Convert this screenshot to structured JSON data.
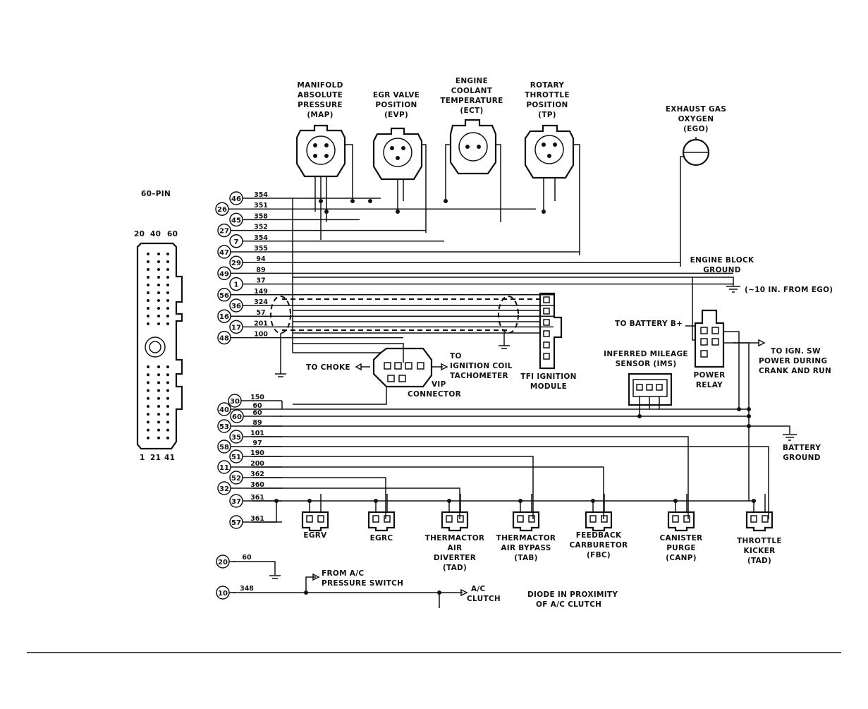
{
  "title": "",
  "connector_header": "60–PIN",
  "connector_col_top": [
    "20",
    "40",
    "60"
  ],
  "connector_col_bottom": [
    "1",
    "21",
    "41"
  ],
  "sensors": [
    {
      "id": "map",
      "lines": [
        "MANIFOLD",
        "ABSOLUTE",
        "PRESSURE",
        "(MAP)"
      ]
    },
    {
      "id": "evp",
      "lines": [
        "EGR VALVE",
        "POSITION",
        "(EVP)"
      ]
    },
    {
      "id": "ect",
      "lines": [
        "ENGINE",
        "COOLANT",
        "TEMPERATURE",
        "(ECT)"
      ]
    },
    {
      "id": "tp",
      "lines": [
        "ROTARY",
        "THROTTLE",
        "POSITION",
        "(TP)"
      ]
    },
    {
      "id": "ego",
      "lines": [
        "EXHAUST GAS",
        "OXYGEN",
        "(EGO)"
      ]
    }
  ],
  "pins_upper": [
    {
      "pin": "46",
      "wire": "354"
    },
    {
      "pin": "26",
      "wire": "351"
    },
    {
      "pin": "45",
      "wire": "358"
    },
    {
      "pin": "27",
      "wire": "352"
    },
    {
      "pin": "7",
      "wire": "354"
    },
    {
      "pin": "47",
      "wire": "355"
    },
    {
      "pin": "29",
      "wire": "94"
    },
    {
      "pin": "49",
      "wire": "89"
    },
    {
      "pin": "1",
      "wire": "37"
    },
    {
      "pin": "56",
      "wire": "149"
    },
    {
      "pin": "36",
      "wire": "324"
    },
    {
      "pin": "16",
      "wire": "57"
    },
    {
      "pin": "17",
      "wire": "201"
    },
    {
      "pin": "48",
      "wire": "100"
    }
  ],
  "pins_lower": [
    {
      "pin": "30",
      "wire": "150"
    },
    {
      "pin": "40",
      "wire": "60"
    },
    {
      "pin": "60",
      "wire": "60"
    },
    {
      "pin": "53",
      "wire": "89"
    },
    {
      "pin": "35",
      "wire": "101"
    },
    {
      "pin": "58",
      "wire": "97"
    },
    {
      "pin": "51",
      "wire": "190"
    },
    {
      "pin": "11",
      "wire": "200"
    },
    {
      "pin": "52",
      "wire": "362"
    },
    {
      "pin": "32",
      "wire": "360"
    },
    {
      "pin": "37",
      "wire": "361"
    },
    {
      "pin": "57",
      "wire": "361"
    }
  ],
  "pins_bottom": [
    {
      "pin": "20",
      "wire": "60"
    },
    {
      "pin": "10",
      "wire": "348"
    }
  ],
  "labels": {
    "engine_block_ground": [
      "ENGINE BLOCK",
      "GROUND"
    ],
    "ego_distance": "(~10 IN. FROM EGO)",
    "to_battery": "TO BATTERY B+",
    "to_ign": [
      "TO IGN. SW",
      "POWER DURING",
      "CRANK AND RUN"
    ],
    "power_relay": [
      "POWER",
      "RELAY"
    ],
    "ims": [
      "INFERRED MILEAGE",
      "SENSOR (IMS)"
    ],
    "battery_ground": [
      "BATTERY",
      "GROUND"
    ],
    "to_choke": "TO CHOKE",
    "to_ign_coil": [
      "TO",
      "IGNITION COIL",
      "TACHOMETER"
    ],
    "vip": [
      "VIP",
      "CONNECTOR"
    ],
    "tfi": [
      "TFI IGNITION",
      "MODULE"
    ],
    "from_ac": [
      "FROM A/C",
      "PRESSURE SWITCH"
    ],
    "ac_clutch": [
      "A/C",
      "CLUTCH"
    ],
    "diode": [
      "DIODE IN PROXIMITY",
      "OF A/C CLUTCH"
    ]
  },
  "actuators": [
    {
      "id": "egrv",
      "lines": [
        "EGRV"
      ]
    },
    {
      "id": "egrc",
      "lines": [
        "EGRC"
      ]
    },
    {
      "id": "tad",
      "lines": [
        "THERMACTOR",
        "AIR",
        "DIVERTER",
        "(TAD)"
      ]
    },
    {
      "id": "tab",
      "lines": [
        "THERMACTOR",
        "AIR BYPASS",
        "(TAB)"
      ]
    },
    {
      "id": "fbc",
      "lines": [
        "FEEDBACK",
        "CARBURETOR",
        "(FBC)"
      ]
    },
    {
      "id": "canp",
      "lines": [
        "CANISTER",
        "PURGE",
        "(CANP)"
      ]
    },
    {
      "id": "tkad",
      "lines": [
        "THROTTLE",
        "KICKER",
        "(TAD)"
      ]
    }
  ]
}
